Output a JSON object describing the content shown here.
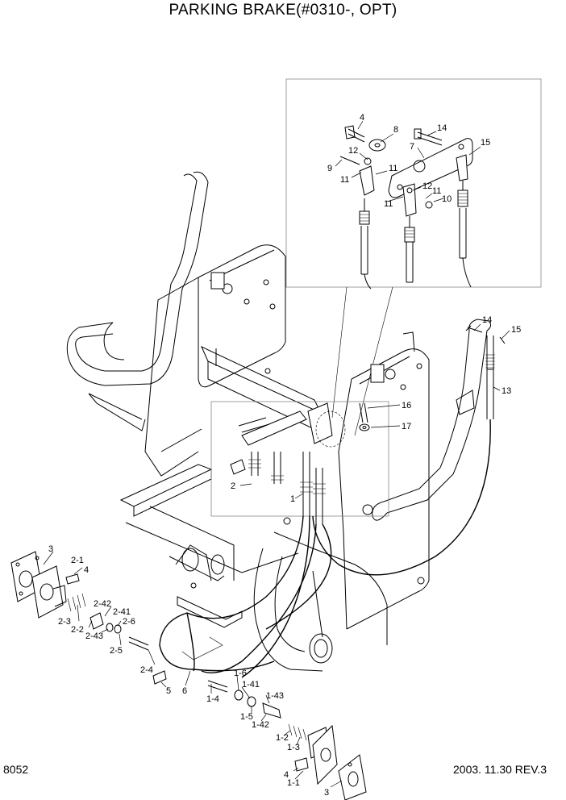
{
  "title": "PARKING BRAKE(#0310-, OPT)",
  "footer": {
    "page_code": "8052",
    "date_rev": "2003. 11.30  REV.3"
  },
  "callouts": {
    "c4a": "4",
    "c8": "8",
    "c14a": "14",
    "c7": "7",
    "c15a": "15",
    "c12a": "12",
    "c9": "9",
    "c11a": "11",
    "c11b": "11",
    "c12b": "12",
    "c11c": "11",
    "c11d": "11",
    "c10": "10",
    "c14b": "14",
    "c15b": "15",
    "c13": "13",
    "c16": "16",
    "c17": "17",
    "c2": "2",
    "c1": "1",
    "c3a": "3",
    "c21": "2-1",
    "c4b": "4",
    "c242": "2-42",
    "c241": "2-41",
    "c23": "2-3",
    "c22": "2-2",
    "c26": "2-6",
    "c243": "2-43",
    "c25": "2-5",
    "c24": "2-4",
    "c5": "5",
    "c6": "6",
    "c14": "1-4",
    "c16b": "1-6",
    "c141": "1-41",
    "c143": "1-43",
    "c15": "1-5",
    "c142": "1-42",
    "c12": "1-2",
    "c13b": "1-3",
    "c4c": "4",
    "c11": "1-1",
    "c3b": "3"
  }
}
